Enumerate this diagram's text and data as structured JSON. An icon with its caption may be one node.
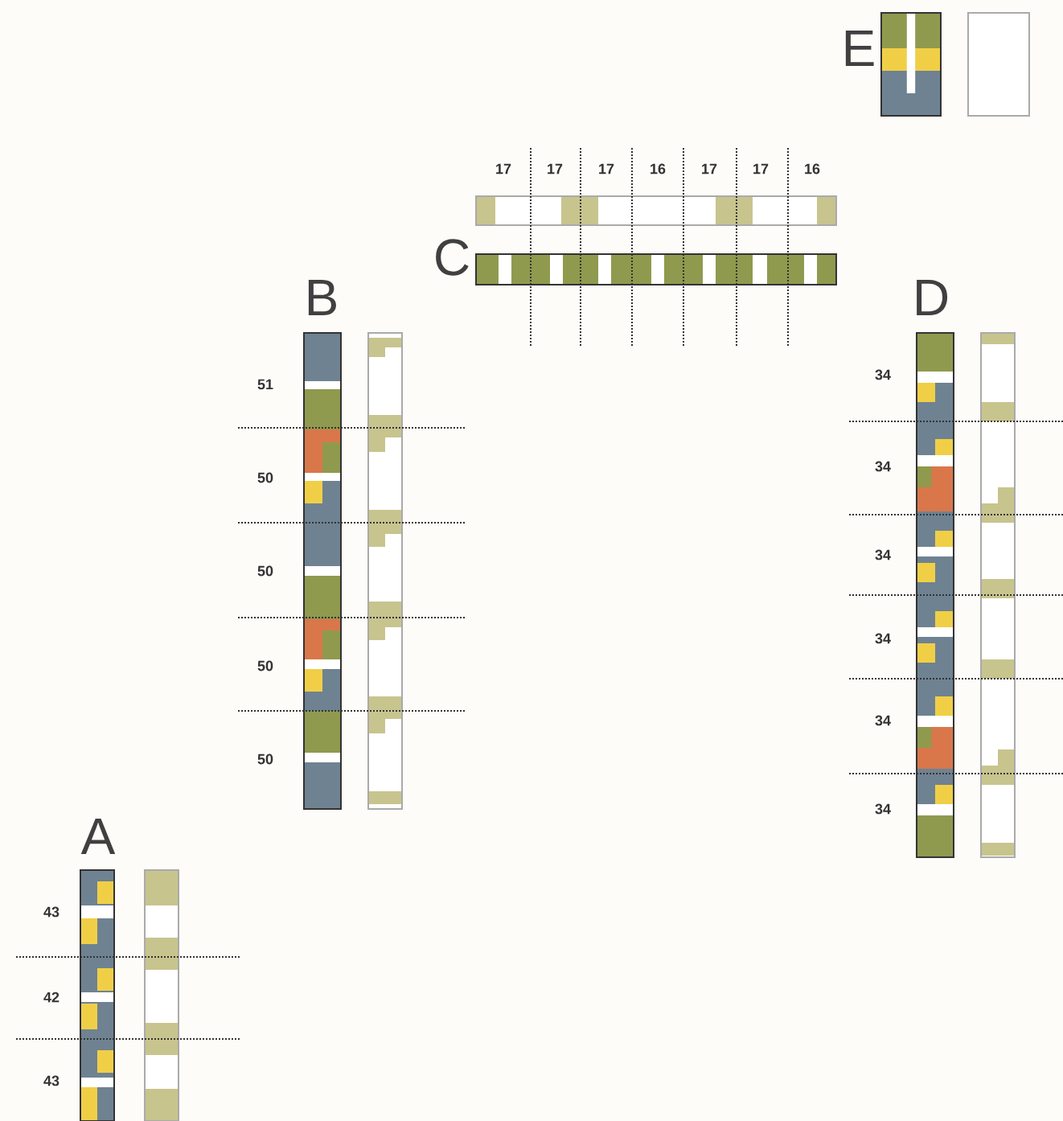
{
  "diagram": {
    "labels": [
      "E",
      "17",
      "17",
      "17",
      "16",
      "17",
      "17",
      "16",
      "C",
      "B",
      "51",
      "50",
      "50",
      "50",
      "50",
      "D",
      "34",
      "34",
      "34",
      "34",
      "34",
      "34",
      "A",
      "43",
      "42",
      "43"
    ]
  }
}
